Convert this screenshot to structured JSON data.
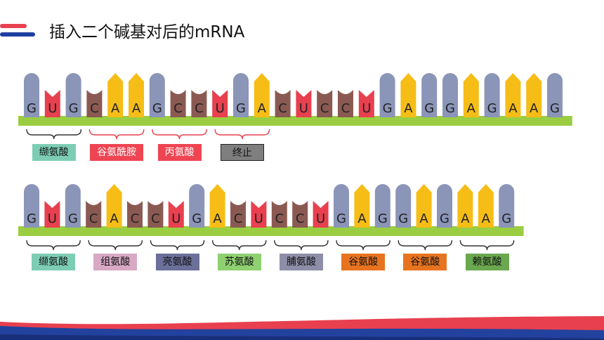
{
  "title": "插入二个碱基对后的mRNA",
  "colors": {
    "G": "#8b95b8",
    "U": "#e8404f",
    "C": "#8a5a52",
    "A": "#f5bd16",
    "backbone": "#9acd42"
  },
  "row1": {
    "bases": [
      "G",
      "U",
      "G",
      "C",
      "A",
      "A",
      "G",
      "C",
      "C",
      "U",
      "G",
      "A",
      "C",
      "U",
      "C",
      "C",
      "U",
      "G",
      "A",
      "G",
      "G",
      "A",
      "G",
      "A",
      "A",
      "G"
    ],
    "labels": [
      {
        "text": "缬氨酸",
        "bg": "#7dcdb5",
        "fg": "#111111"
      },
      {
        "text": "谷氨酰胺",
        "bg": "#ef4452",
        "fg": "#ffffff"
      },
      {
        "text": "丙氨酸",
        "bg": "#ef4452",
        "fg": "#ffffff"
      },
      {
        "text": "终止",
        "bg": "#7f7f7f",
        "fg": "#111111"
      }
    ]
  },
  "row2": {
    "bases": [
      "G",
      "U",
      "G",
      "C",
      "A",
      "C",
      "C",
      "U",
      "G",
      "A",
      "C",
      "U",
      "C",
      "C",
      "U",
      "G",
      "A",
      "G",
      "G",
      "A",
      "G",
      "A",
      "A",
      "G"
    ],
    "labels": [
      {
        "text": "缬氨酸",
        "bg": "#7dcdb5",
        "fg": "#111111"
      },
      {
        "text": "组氨酸",
        "bg": "#d8a8c4",
        "fg": "#111111"
      },
      {
        "text": "亮氨酸",
        "bg": "#6b6f99",
        "fg": "#111111"
      },
      {
        "text": "苏氨酸",
        "bg": "#8fd071",
        "fg": "#111111"
      },
      {
        "text": "脯氨酸",
        "bg": "#8e8ea8",
        "fg": "#111111"
      },
      {
        "text": "谷氨酸",
        "bg": "#e8731f",
        "fg": "#111111"
      },
      {
        "text": "谷氨酸",
        "bg": "#e8731f",
        "fg": "#111111"
      },
      {
        "text": "赖氨酸",
        "bg": "#6aa84f",
        "fg": "#111111"
      }
    ]
  }
}
